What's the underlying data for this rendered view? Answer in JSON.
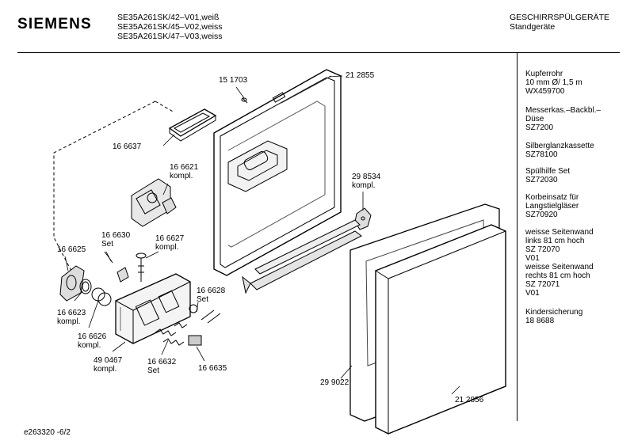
{
  "header": {
    "brand": "SIEMENS",
    "models": [
      "SE35A261SK/42–V01,weiß",
      "SE35A261SK/45–V02,weiss",
      "SE35A261SK/47–V03,weiss"
    ],
    "category_line1": "GESCHIRRSPÜLGERÄTE",
    "category_line2": "Standgeräte"
  },
  "accessories": [
    "Kupferrohr\n10 mm Ø/ 1,5 m\nWX459700",
    "Messerkas.–Backbl.–\nDüse\nSZ7200",
    "Silberglanzkassette\nSZ78100",
    "Spülhilfe Set\nSZ72030",
    "Korbeinsatz für\nLangstielgläser\nSZ70920",
    "weisse Seitenwand\nlinks 81 cm hoch\nSZ 72070\nV01\nweisse Seitenwand\nrechts 81 cm hoch\nSZ 72071\nV01",
    "Kindersicherung\n18 8688"
  ],
  "parts": {
    "p151703": "15 1703",
    "p212855": "21 2855",
    "p166637": "16 6637",
    "p166621": "16 6621\nkompl.",
    "p298534": "29 8534\nkompl.",
    "p166630": "16 6630\nSet",
    "p166627": "16 6627\nkompl.",
    "p166625": "16 6625",
    "p166628": "16 6628\nSet",
    "p166623": "16 6623\nkompl.",
    "p166626": "16 6626\nkompl.",
    "p490467": "49 0467\nkompl.",
    "p166632": "16 6632\nSet",
    "p166635": "16 6635",
    "p299022": "29 9022",
    "p212856": "21 2856"
  },
  "footer": "e263320 -6/2"
}
